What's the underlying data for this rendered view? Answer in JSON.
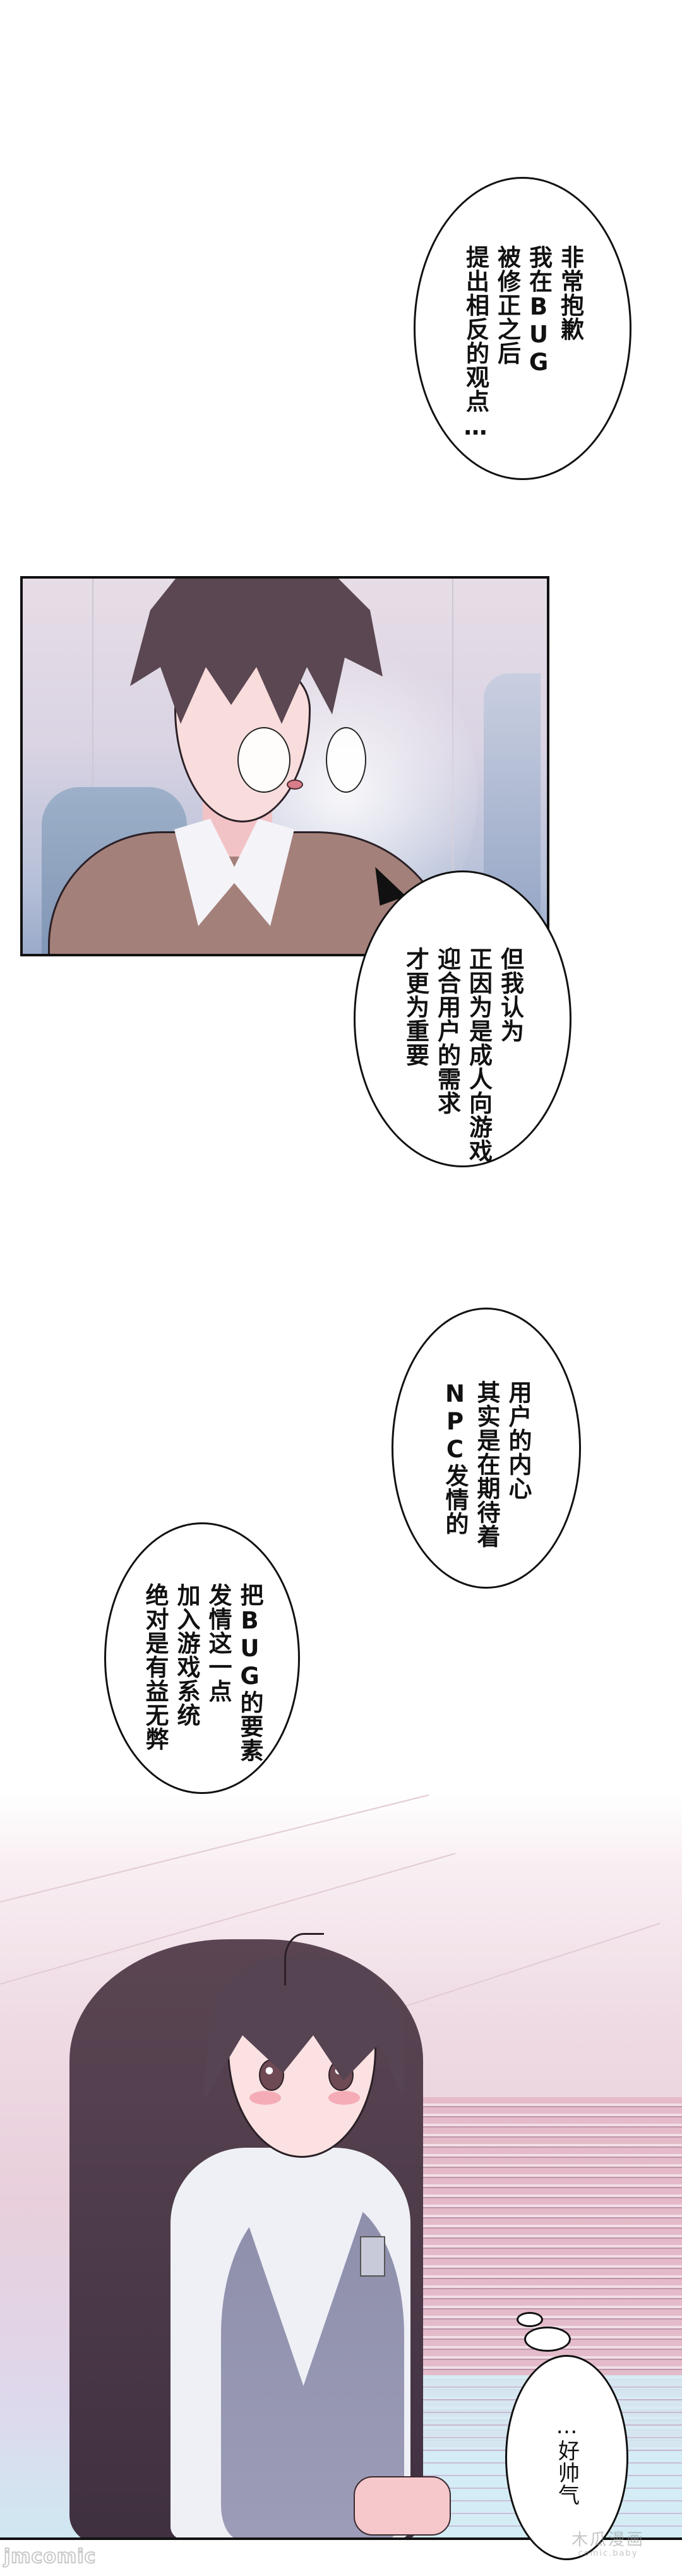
{
  "comic": {
    "panels": [
      {
        "id": "boy-panel",
        "subject": "boy with round glasses, brown sweater, white collar"
      },
      {
        "id": "girl-panel",
        "subject": "girl with long dark hair, white shirt, grey vest, blushing"
      }
    ],
    "bubbles": [
      {
        "id": "bubble-1",
        "lines": [
          "非常抱歉",
          "我在BUG",
          "被修正之后",
          "提出相反的观点…"
        ]
      },
      {
        "id": "bubble-2",
        "lines": [
          "但我认为",
          "正因为是成人向游戏",
          "迎合用户的需求",
          "才更为重要"
        ]
      },
      {
        "id": "bubble-3",
        "lines": [
          "用户的内心",
          "其实是在期待着",
          "NPC发情的"
        ]
      },
      {
        "id": "bubble-4",
        "lines": [
          "把BUG的要素",
          "发情这一点",
          "加入游戏系统",
          "绝对是有益无弊"
        ]
      },
      {
        "id": "bubble-5",
        "lines": [
          "…好帅气"
        ]
      }
    ],
    "watermarks": {
      "right_cn": "木瓜漫画",
      "right_en": "comic.baby",
      "left": "jmcomic"
    }
  },
  "colors": {
    "border": "#111111",
    "boy_hair": "#5a4752",
    "boy_sweater": "#a4807a",
    "girl_hair": "#574452",
    "girl_vest": "#8e8fab",
    "blinds_pink": "#e4b8c7",
    "window_blue": "#cfe8f2"
  }
}
